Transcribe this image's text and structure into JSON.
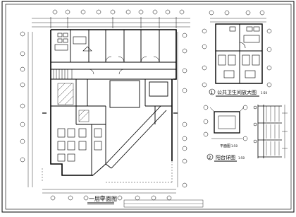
{
  "sheet": {
    "titles": {
      "main_plan": "一层平面图",
      "toilet_detail": "公共卫生间放大图",
      "balcony_detail": "阳台详图"
    },
    "title_numbers": {
      "toilet_detail": "1",
      "balcony_detail": "2"
    },
    "scale_small": "1:50",
    "balcony_plan_label": "平面图"
  }
}
